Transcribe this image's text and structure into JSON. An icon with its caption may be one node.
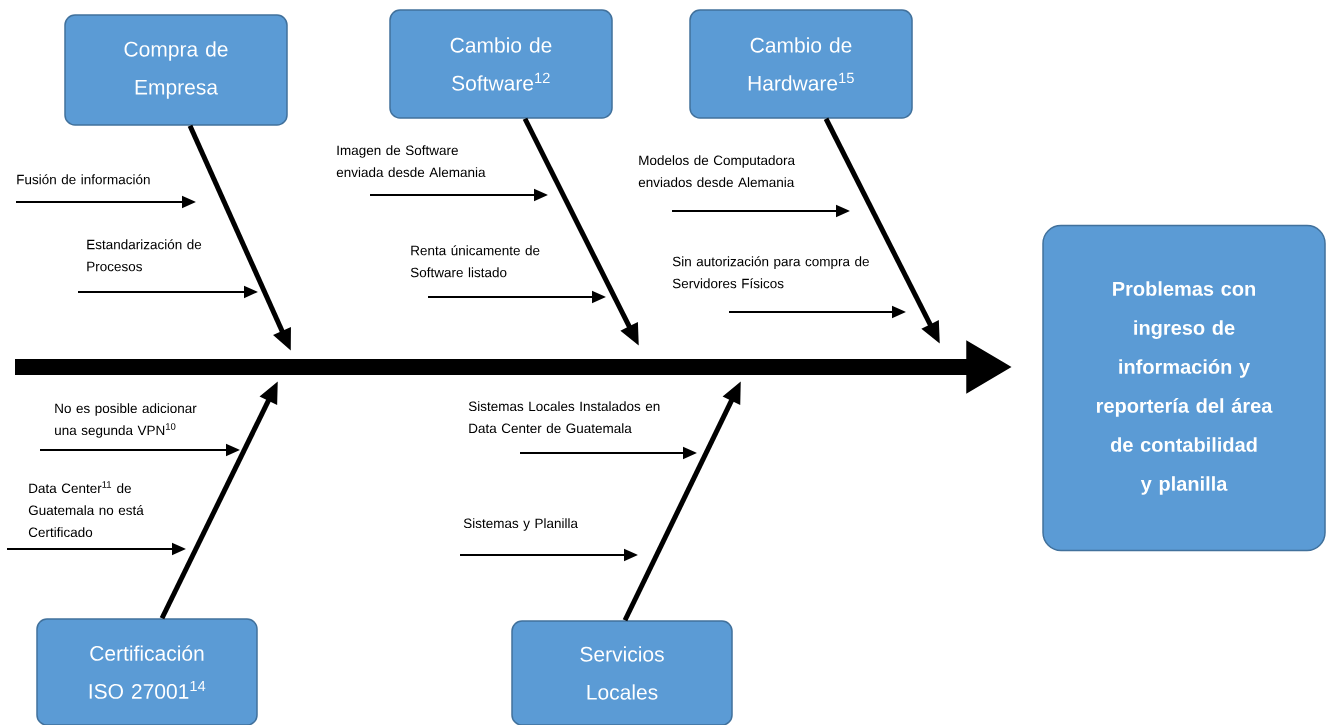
{
  "diagram": {
    "nodes": [
      {
        "text": [
          "Compra de Empresa"
        ]
      },
      {
        "text": [
          "Cambio de Software$^{12}$"
        ]
      },
      {
        "text": [
          "Cambio de Hardware$^{15}$"
        ]
      },
      {
        "text": [
          "Certificación ISO 27001$^{14}$"
        ]
      },
      {
        "text": [
          "Servicios Locales"
        ]
      },
      {
        "text": [
          "Problemas con ingreso de información y reportería del área de contabilidad y planilla"
        ]
      },
      {
        "text": [
          "Fusión de información"
        ]
      },
      {
        "text": [
          "Estandarización de Procesos"
        ]
      },
      {
        "text": [
          "Imagen de Software enviada desde Alemania"
        ]
      },
      {
        "text": [
          "Renta únicamente de Software listado"
        ]
      },
      {
        "text": [
          "Modelos de Computadora enviados desde Alemania"
        ]
      },
      {
        "text": [
          "Sin autorización para compra de Servidores Físicos"
        ]
      },
      {
        "text": [
          "No es posible adicionar una segunda VPN$^{10}$"
        ]
      },
      {
        "text": [
          "Data Center$^{11}$ de Guatemala no está Certificado"
        ]
      },
      {
        "text": [
          "Sistemas Locales Instalados en Data Center de Guatemala"
        ]
      },
      {
        "text": [
          "Sistemas y Planilla"
        ]
      }
    ],
    "edges": [
      {
        "from": 0,
        "to": null,
        "arrow": "to",
        "style": "thick"
      },
      {
        "from": 1,
        "to": null,
        "arrow": "to",
        "style": "thick"
      },
      {
        "from": 2,
        "to": null,
        "arrow": "to",
        "style": "thick"
      },
      {
        "from": 3,
        "to": null,
        "arrow": "to",
        "style": "thick"
      },
      {
        "from": 4,
        "to": null,
        "arrow": "to",
        "style": "thick"
      },
      {
        "from": 6,
        "to": null,
        "arrow": "to"
      },
      {
        "from": 7,
        "to": null,
        "arrow": "to"
      },
      {
        "from": 8,
        "to": null,
        "arrow": "to"
      },
      {
        "from": 9,
        "to": null,
        "arrow": "to"
      },
      {
        "from": 10,
        "to": null,
        "arrow": "to"
      },
      {
        "from": 11,
        "to": null,
        "arrow": "to"
      },
      {
        "from": 12,
        "to": null,
        "arrow": "to"
      },
      {
        "from": 13,
        "to": null,
        "arrow": "to"
      },
      {
        "from": 14,
        "to": null,
        "arrow": "to"
      },
      {
        "from": 15,
        "to": null,
        "arrow": "to"
      },
      {
        "from": null,
        "to": 5,
        "arrow": "to",
        "style": "thick"
      }
    ]
  }
}
